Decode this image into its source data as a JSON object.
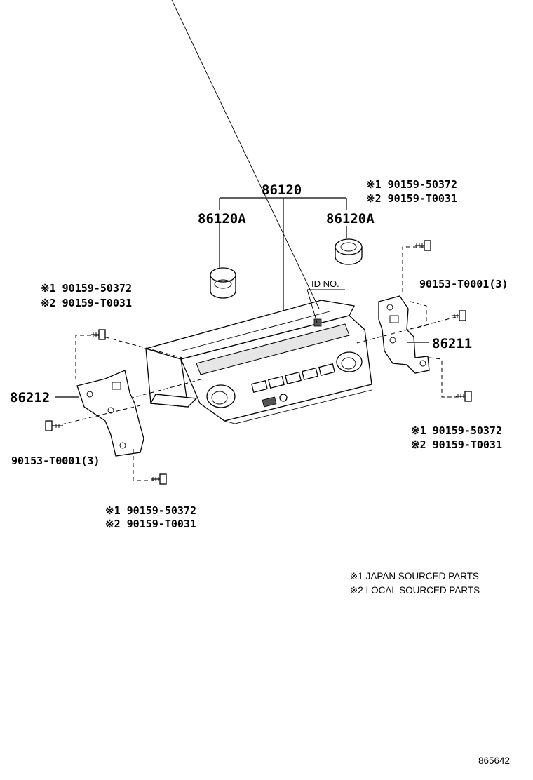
{
  "labels": {
    "assembly": "86120",
    "knob_left": "86120A",
    "knob_right": "86120A",
    "id_no": "ID NO.",
    "bracket_right": "86211",
    "bracket_left": "86212",
    "screw_tr_1": "※1 90159-50372",
    "screw_tr_2": "※2 90159-T0031",
    "screw_r_mid": "90153-T0001(3)",
    "screw_ml_1": "※1 90159-50372",
    "screw_ml_2": "※2 90159-T0031",
    "screw_l_low": "90153-T0001(3)",
    "screw_br_1": "※1 90159-50372",
    "screw_br_2": "※2 90159-T0031",
    "screw_bl_1": "※1 90159-50372",
    "screw_bl_2": "※2 90159-T0031"
  },
  "notes": {
    "note_1": "※1 JAPAN SOURCED PARTS",
    "note_2": "※2 LOCAL SOURCED PARTS"
  },
  "diagram_id": "865642"
}
